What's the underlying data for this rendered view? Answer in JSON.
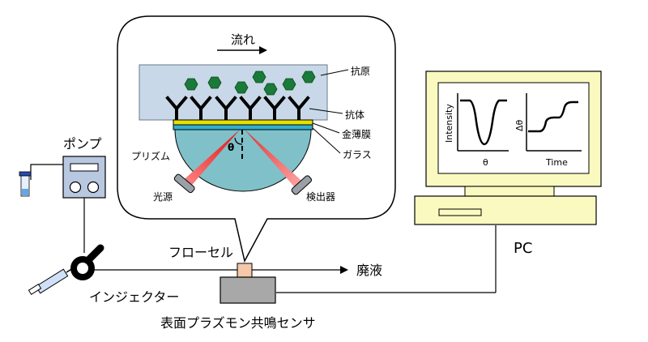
{
  "labels": {
    "flow": "流れ",
    "antigen": "抗原",
    "antibody": "抗体",
    "gold_film": "金薄膜",
    "glass": "ガラス",
    "prism": "プリズム",
    "light_source": "光源",
    "detector": "検出器",
    "theta": "θ",
    "pump": "ポンプ",
    "flow_cell": "フローセル",
    "waste": "廃液",
    "injector": "インジェクター",
    "sensor": "表面プラズモン共鳴センサ",
    "pc": "PC"
  },
  "monitor": {
    "graph1": {
      "ylabel": "Intensity",
      "xlabel": "θ"
    },
    "graph2": {
      "ylabel": "Δθ",
      "xlabel": "Time"
    }
  },
  "colors": {
    "flow_channel": "#c8d8e8",
    "antigen": "#1a7a3a",
    "gold_film": "#e8e000",
    "glass": "#30b0d0",
    "prism": "#80c0c8",
    "laser": "#e01010",
    "monitor_body": "#fafac0",
    "pump_body": "#b8c8e0",
    "flow_cell": "#f4c8a8",
    "sensor_body": "#a8a8a8"
  }
}
